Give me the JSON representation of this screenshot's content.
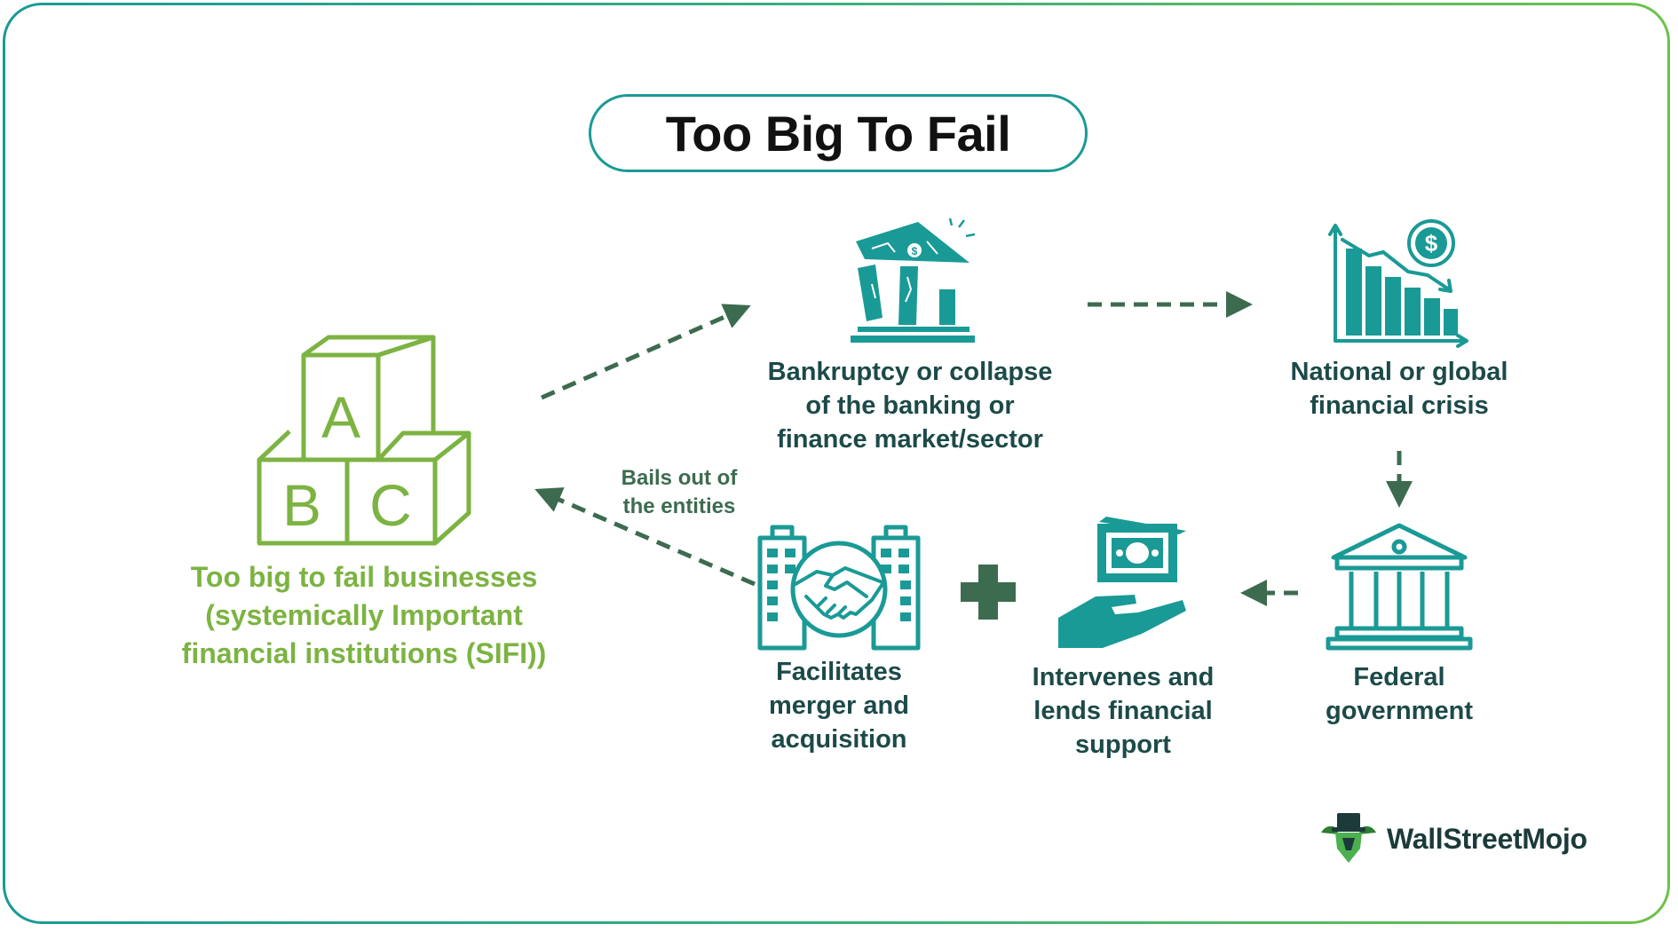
{
  "title": "Too Big To Fail",
  "nodes": {
    "sifi": {
      "lines": [
        "Too big to fail businesses",
        "(systemically Important",
        "financial institutions (SIFI))"
      ]
    },
    "bankruptcy": {
      "lines": [
        "Bankruptcy or collapse",
        "of the banking or",
        "finance market/sector"
      ]
    },
    "crisis": {
      "lines": [
        "National or global",
        "financial crisis"
      ]
    },
    "government": {
      "lines": [
        "Federal",
        "government"
      ]
    },
    "support": {
      "lines": [
        "Intervenes and",
        "lends financial",
        "support"
      ]
    },
    "merger": {
      "lines": [
        "Facilitates",
        "merger and",
        "acquisition"
      ]
    }
  },
  "edge_labels": {
    "bails_out": {
      "lines": [
        "Bails out of",
        "the entities"
      ]
    }
  },
  "icons": {
    "blocks": {
      "name": "abc-blocks-icon",
      "letters": [
        "A",
        "B",
        "C"
      ],
      "color": "#7cb342"
    },
    "bank_collapse": {
      "name": "collapsing-bank-icon",
      "color": "#1a9a96"
    },
    "declining_chart": {
      "name": "declining-chart-icon",
      "color": "#1a9a96"
    },
    "government_building": {
      "name": "government-building-icon",
      "color": "#1a9a96"
    },
    "hand_money": {
      "name": "hand-money-icon",
      "color": "#1a9a96"
    },
    "merger": {
      "name": "handshake-buildings-icon",
      "color": "#1a9a96"
    },
    "plus": {
      "name": "plus-icon",
      "color": "#3d6b50"
    },
    "dollar": "$"
  },
  "arrows": {
    "color": "#3d6b50"
  },
  "brand": {
    "name": "WallStreetMojo",
    "logo": "bull-logo-icon"
  },
  "colors": {
    "accent": "#1a9a96",
    "green": "#7cb342",
    "text": "#1c4a48",
    "arrow": "#3d6b50"
  }
}
